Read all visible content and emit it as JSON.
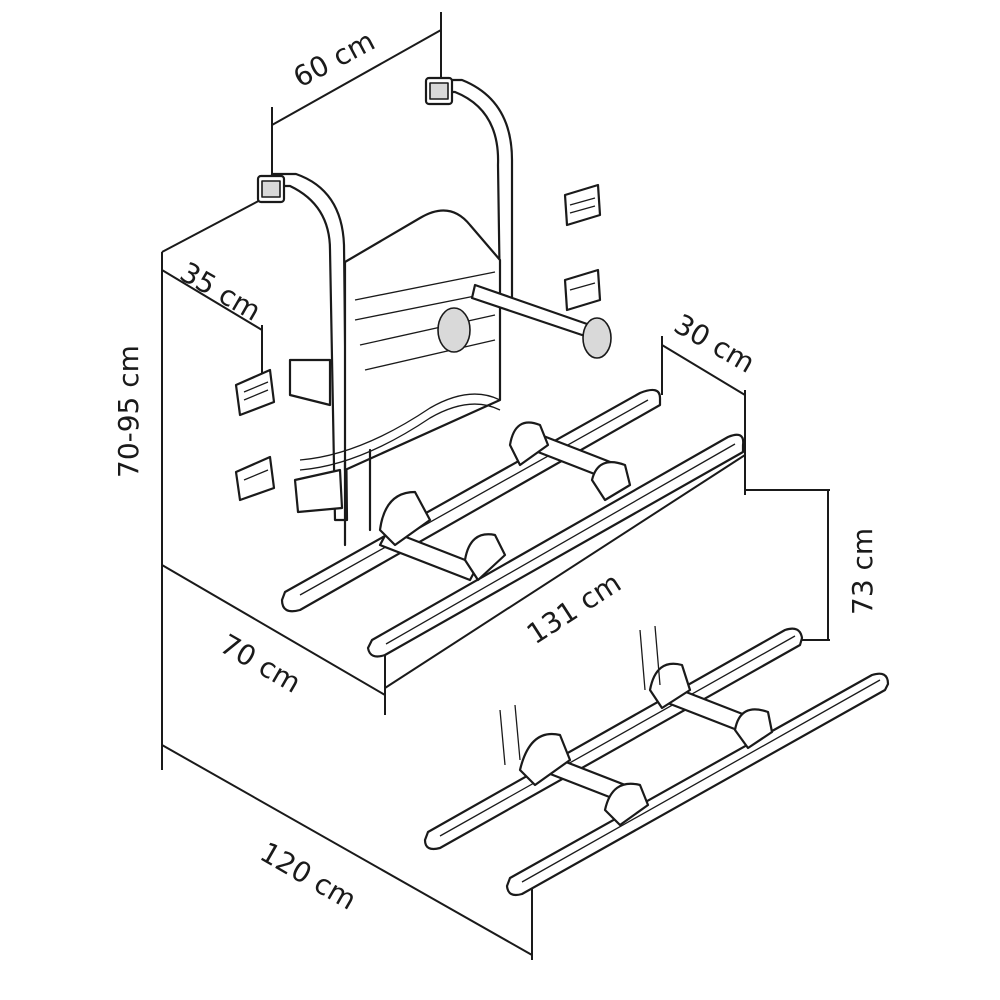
{
  "dimensions": {
    "width_top": "60 cm",
    "upper_depth": "35 cm",
    "height_range": "70-95 cm",
    "rail_offset": "30 cm",
    "lower_height": "73 cm",
    "rail_length": "131 cm",
    "base_depth": "70 cm",
    "base_width": "120 cm"
  }
}
